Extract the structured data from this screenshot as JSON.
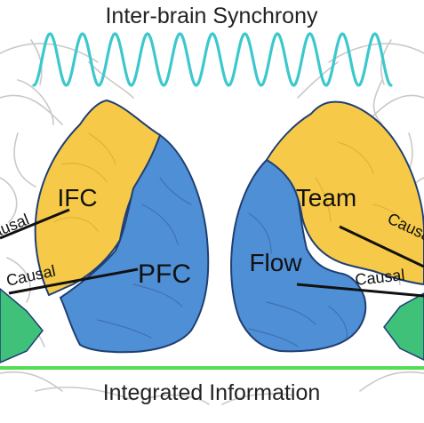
{
  "title": "Inter-brain Synchrony",
  "footer": "Integrated Information",
  "left_brain": {
    "regions": {
      "upper": "IFC",
      "lower": "PFC"
    },
    "arrows": {
      "top": "Causal",
      "bottom": "Causal"
    }
  },
  "right_brain": {
    "regions": {
      "upper": "Team",
      "lower": "Flow"
    },
    "arrows": {
      "top": "Causal",
      "bottom": "Causal"
    }
  },
  "colors": {
    "wave": "#3cc8cc",
    "yellow_region": "#f7c948",
    "blue_region": "#4f8fd6",
    "green_region": "#3fc17a",
    "baseline": "#55dd55",
    "outline": "#1f3f73",
    "arrow": "#111111"
  },
  "icons": {
    "wave": "sine-wave-icon"
  }
}
